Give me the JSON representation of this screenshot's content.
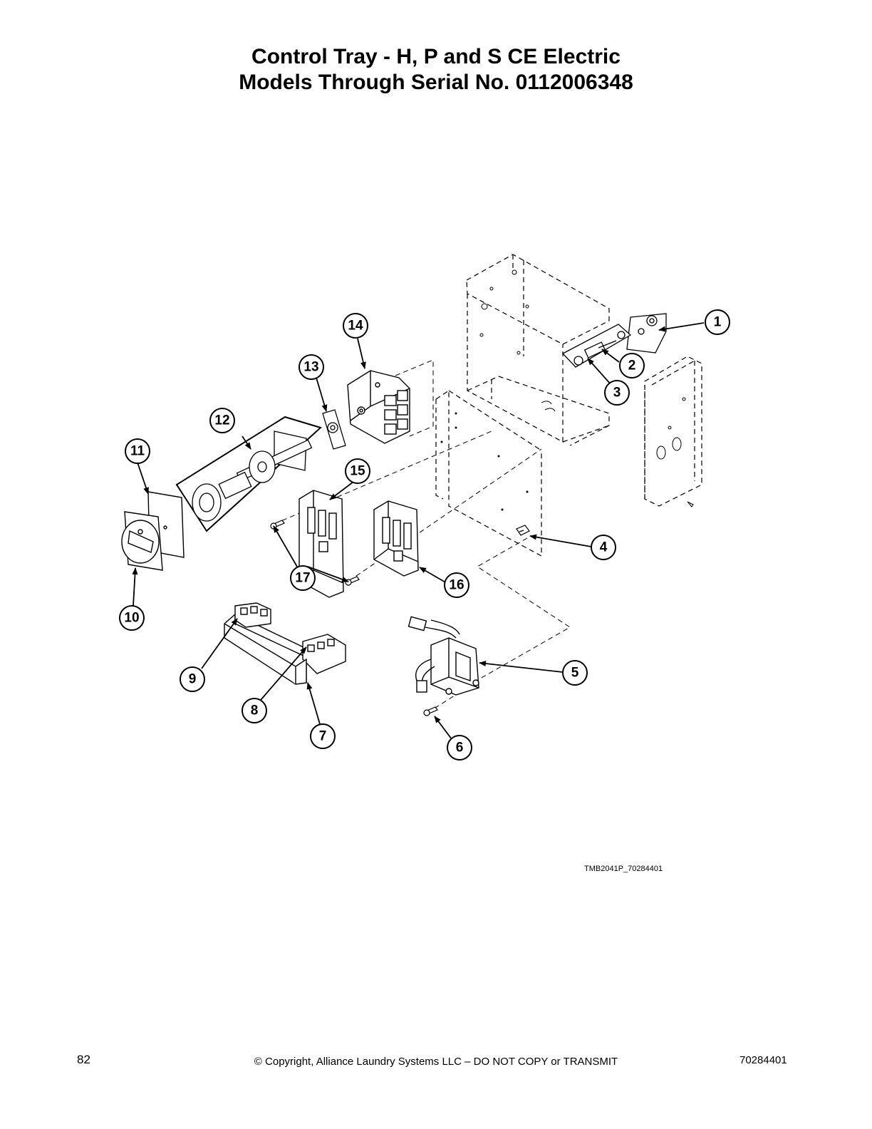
{
  "title": {
    "line1": "Control Tray - H, P and S CE Electric",
    "line2": "Models Through Serial No. 0112006348"
  },
  "figure_code": "TMB2041P_70284401",
  "callouts": [
    "1",
    "2",
    "3",
    "4",
    "5",
    "6",
    "7",
    "8",
    "9",
    "10",
    "11",
    "12",
    "13",
    "14",
    "15",
    "16",
    "17"
  ],
  "footer": {
    "page_number": "82",
    "copyright": "© Copyright, Alliance Laundry Systems LLC – DO NOT COPY or TRANSMIT",
    "doc_number": "70284401"
  }
}
